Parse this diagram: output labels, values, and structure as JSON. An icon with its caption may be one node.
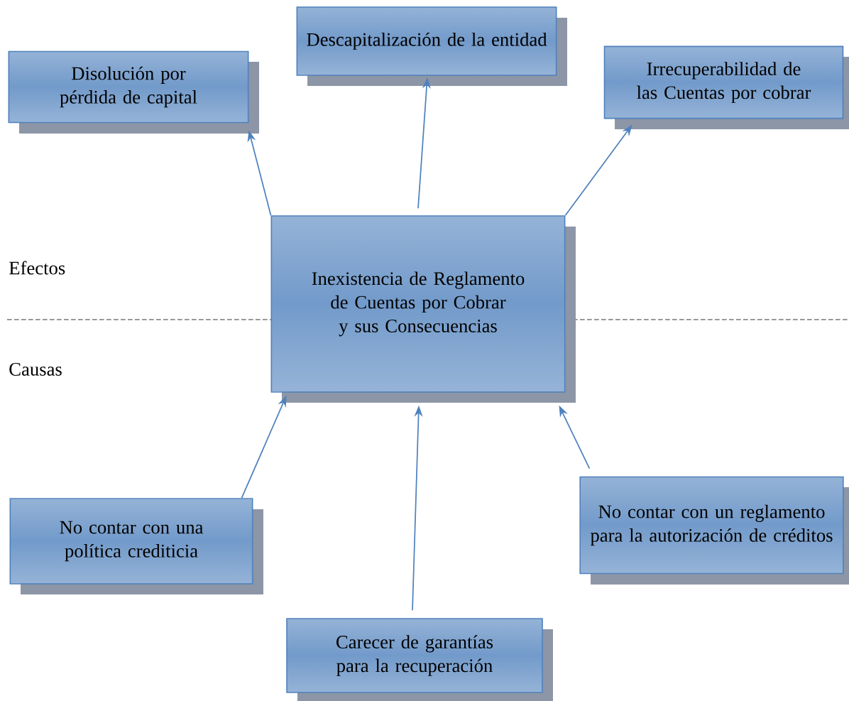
{
  "diagram": {
    "nodes": [
      {
        "text": [
          "Descapitalización de la entidad"
        ]
      },
      {
        "text": [
          "Disolución por pérdida de capital"
        ]
      },
      {
        "text": [
          "Irrecuperabilidad de las Cuentas por cobrar"
        ]
      },
      {
        "text": [
          "Inexistencia de Reglamento de Cuentas por Cobrar y sus Consecuencias"
        ]
      },
      {
        "text": [
          "No contar con una política crediticia"
        ]
      },
      {
        "text": [
          "No contar con un reglamento para la autorización de créditos"
        ]
      },
      {
        "text": [
          "Carecer de garantías para la recuperación"
        ]
      }
    ],
    "edges": [
      {
        "from": 3,
        "to": 1,
        "arrow": "to"
      },
      {
        "from": 3,
        "to": 0,
        "arrow": "to"
      },
      {
        "from": 3,
        "to": 2,
        "arrow": "to"
      },
      {
        "from": 4,
        "to": 3,
        "arrow": "to"
      },
      {
        "from": 6,
        "to": 3,
        "arrow": "to"
      },
      {
        "from": 5,
        "to": 3,
        "arrow": "to"
      }
    ],
    "labels": [
      "Efectos",
      "Causas"
    ]
  }
}
